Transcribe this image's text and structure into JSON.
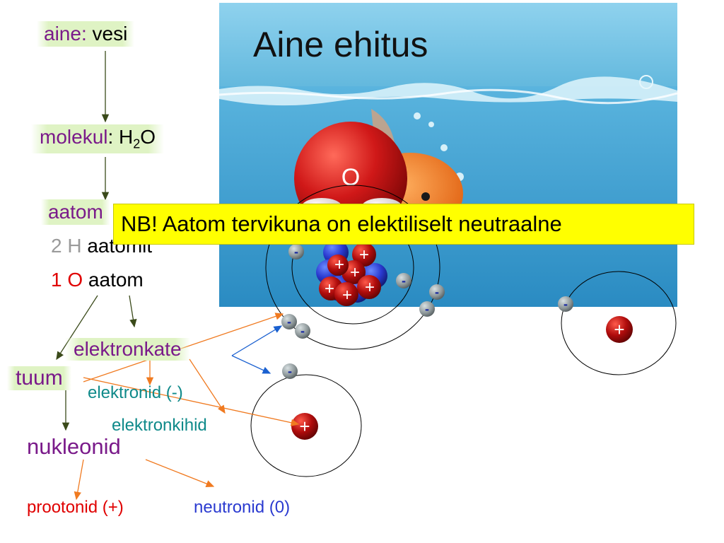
{
  "title": "Aine ehitus",
  "nb_banner": "NB! Aatom tervikuna on elektiliselt neutraalne",
  "labels": {
    "aine_prefix": "aine:",
    "aine_value": "vesi",
    "molekul_prefix": "molekul",
    "molekul_sep": ":",
    "molekul_formula_h": "H",
    "molekul_formula_sub": "2",
    "molekul_formula_o": "O",
    "aatomid_partial": "aatom",
    "h_count": "2 H",
    "h_word": "aatomit",
    "o_count": "1 O",
    "o_word": "aatom",
    "elektronkate": "elektronkate",
    "tuum": "tuum",
    "elektronid": "elektronid (-)",
    "elektronkihid": "elektronkihid",
    "nukleonid": "nukleonid",
    "prootonid": "prootonid (+)",
    "neutronid": "neutronid (0)"
  },
  "atom_symbols": {
    "oxygen": "O",
    "electron": "-",
    "proton": "+"
  },
  "colors": {
    "water_top": "#5fb6dc",
    "water_bottom": "#2b8ec4",
    "oxygen_ball": "#c81414",
    "proton": "#b00c0c",
    "neutron": "#2a3ad0",
    "electron": "#8c9698",
    "arrow_dark": "#3a4a1a",
    "arrow_orange": "#f07a20",
    "arrow_blue": "#1a60d0"
  }
}
